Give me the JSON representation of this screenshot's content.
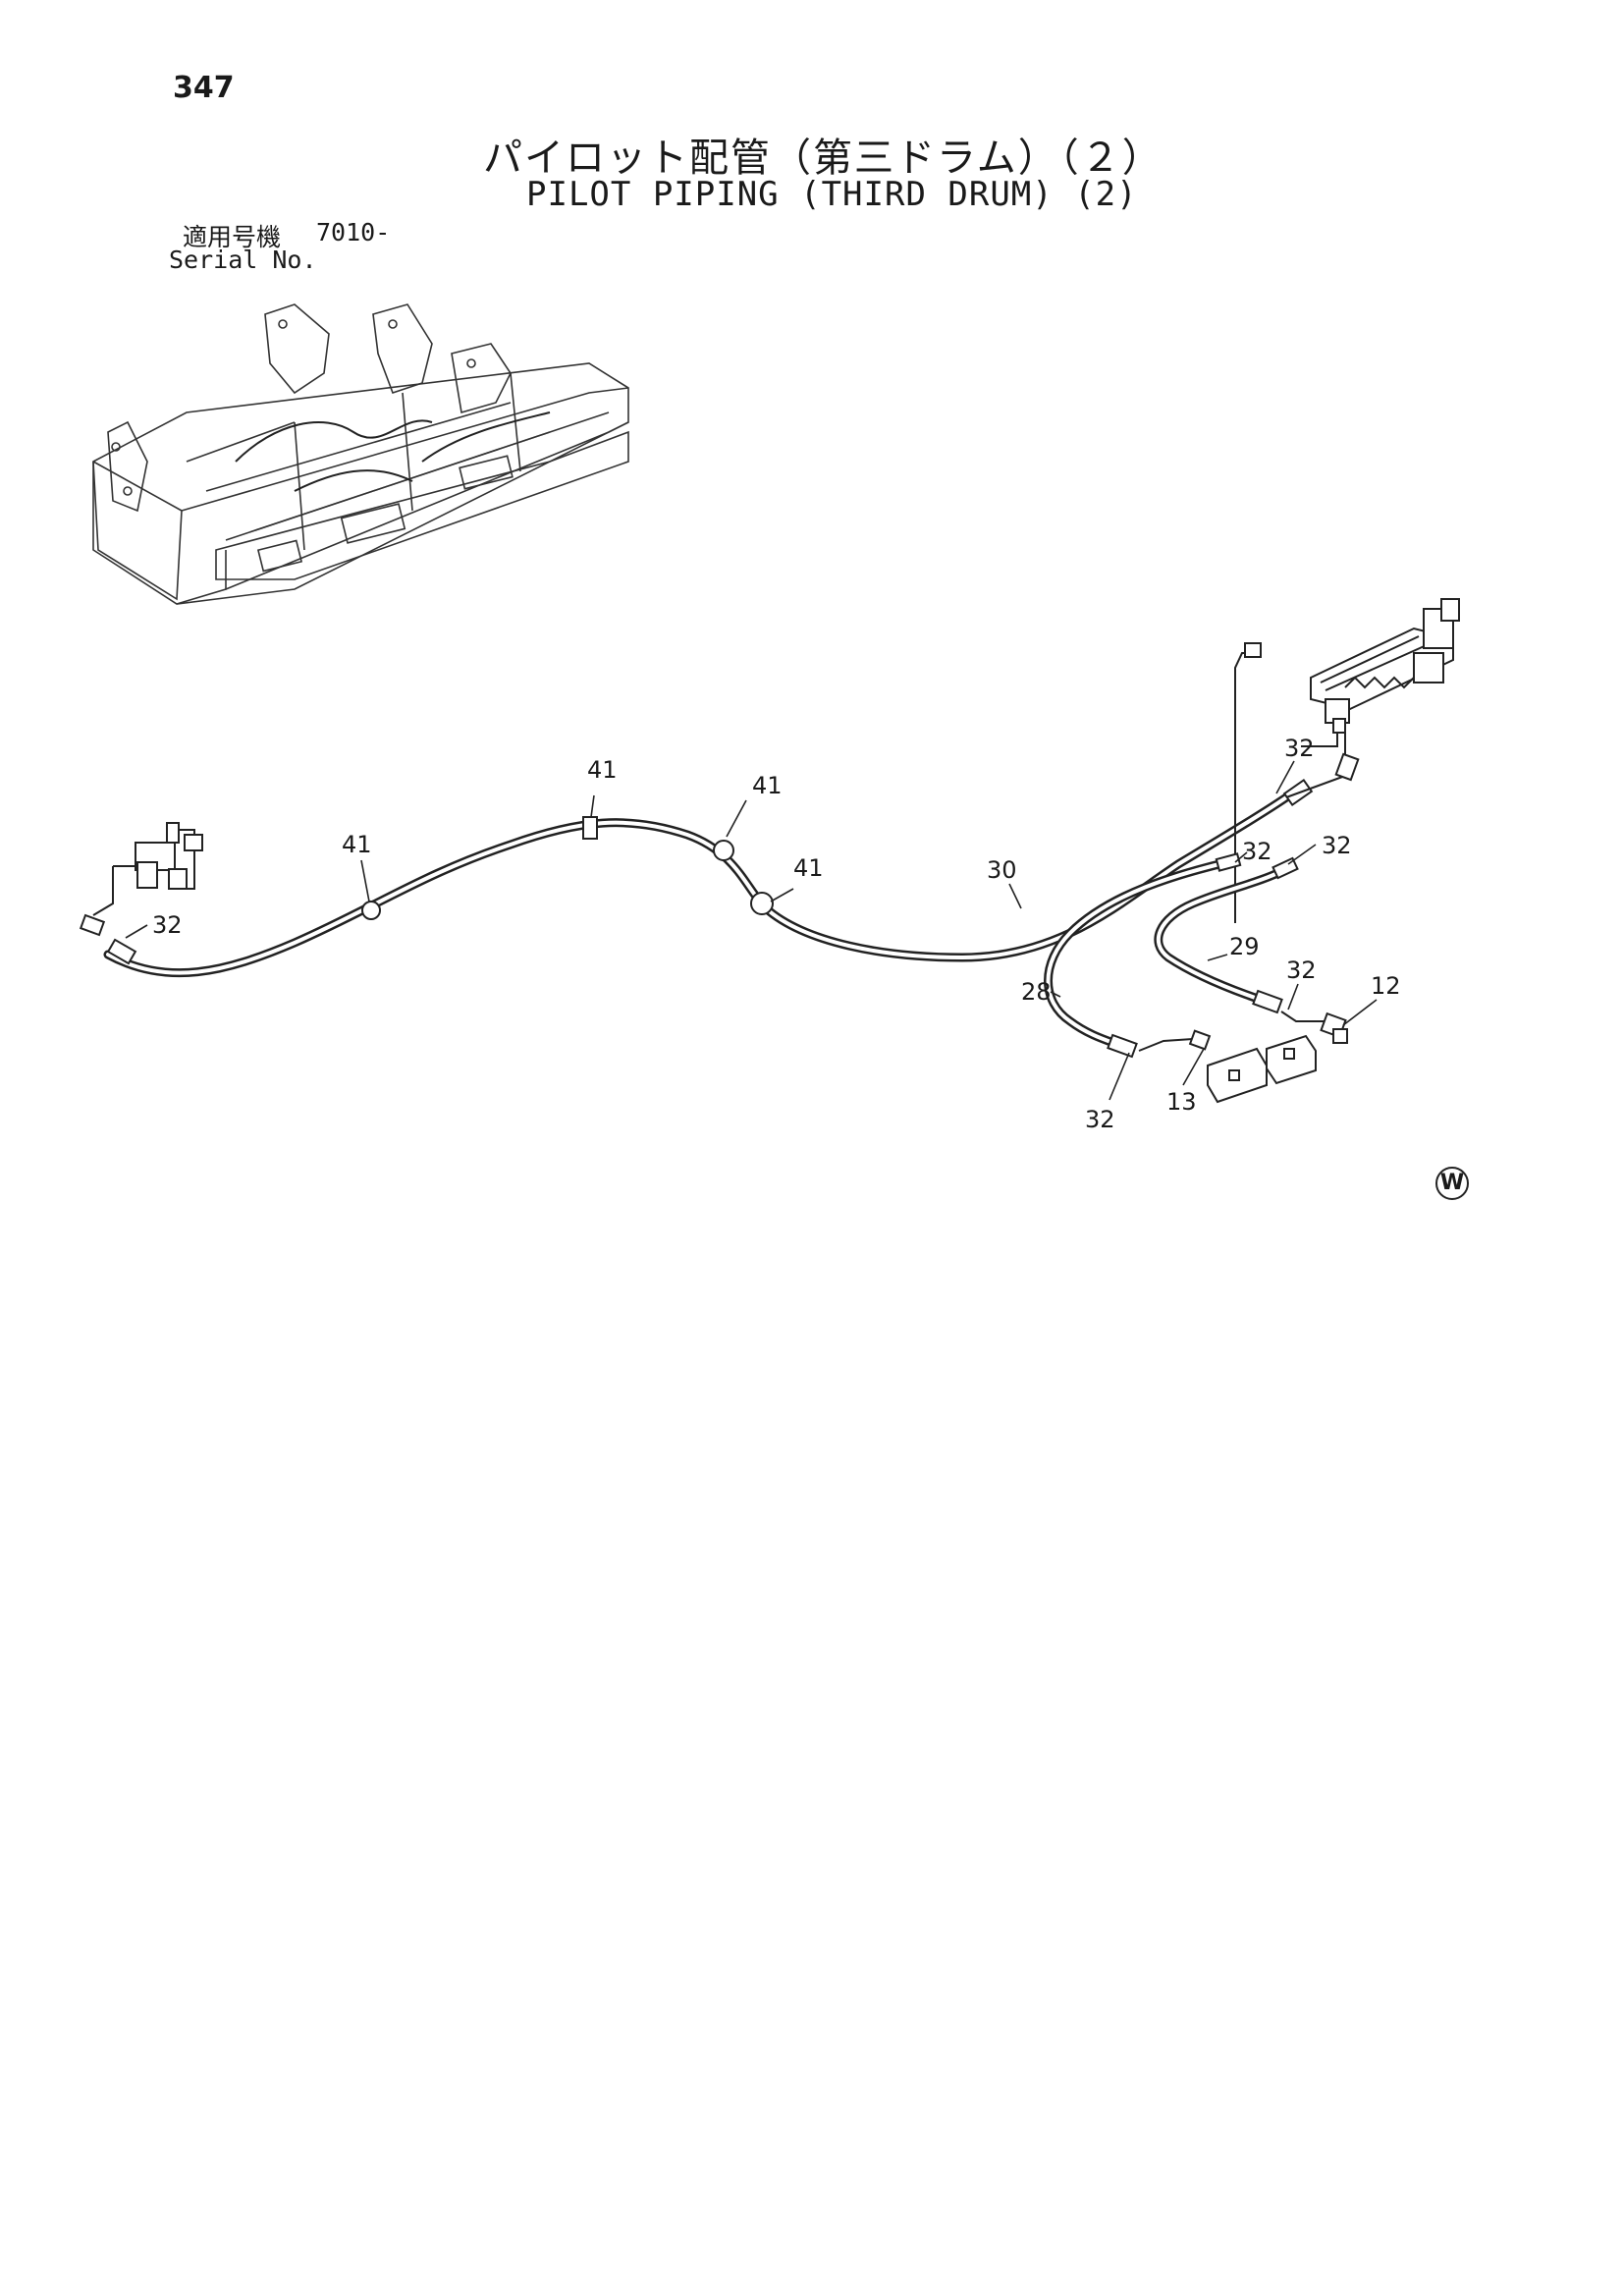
{
  "page": {
    "number": "347",
    "title_jp": "パイロット配管（第三ドラム）（２）",
    "title_en": "PILOT PIPING (THIRD DRUM) (2)",
    "serial_label_jp": "適用号機",
    "serial_value": "7010-",
    "serial_label_en": "Serial No.",
    "corner_mark": "W"
  },
  "callouts": [
    {
      "id": "41a",
      "label": "41"
    },
    {
      "id": "41b",
      "label": "41"
    },
    {
      "id": "41c",
      "label": "41"
    },
    {
      "id": "41d",
      "label": "41"
    },
    {
      "id": "30",
      "label": "30"
    },
    {
      "id": "32a",
      "label": "32"
    },
    {
      "id": "32b",
      "label": "32"
    },
    {
      "id": "32c",
      "label": "32"
    },
    {
      "id": "32d",
      "label": "32"
    },
    {
      "id": "32e",
      "label": "32"
    },
    {
      "id": "32f",
      "label": "32"
    },
    {
      "id": "29",
      "label": "29"
    },
    {
      "id": "28",
      "label": "28"
    },
    {
      "id": "12",
      "label": "12"
    },
    {
      "id": "13",
      "label": "13"
    }
  ]
}
